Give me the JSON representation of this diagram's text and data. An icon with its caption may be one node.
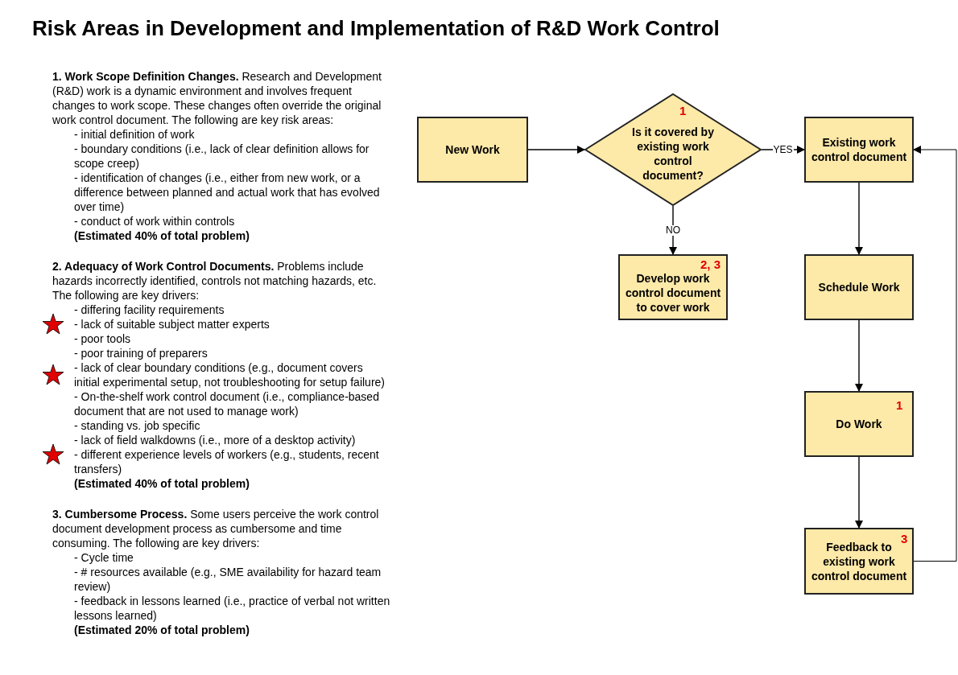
{
  "diagram": {
    "title": "Risk Areas in Development and Implementation of R&D Work Control",
    "nodes": [
      {
        "text": [
          "New Work"
        ]
      },
      {
        "text": [
          "1",
          "Is it covered by existing work control document?"
        ]
      },
      {
        "text": [
          "2, 3",
          "Develop work control document to cover work"
        ]
      },
      {
        "text": [
          "Existing work control document"
        ]
      },
      {
        "text": [
          "Schedule Work"
        ]
      },
      {
        "text": [
          "1",
          "Do Work"
        ]
      },
      {
        "text": [
          "3",
          "Feedback to existing work control document"
        ]
      }
    ],
    "edges": [
      {
        "from": 0,
        "to": 1,
        "arrow": "to"
      },
      {
        "from": 1,
        "to": 3,
        "arrow": "to",
        "label": "YES"
      },
      {
        "from": 1,
        "to": 2,
        "arrow": "to",
        "label": "NO"
      },
      {
        "from": 3,
        "to": 4,
        "arrow": "to"
      },
      {
        "from": 4,
        "to": 5,
        "arrow": "to"
      },
      {
        "from": 5,
        "to": 6,
        "arrow": "to"
      },
      {
        "from": 6,
        "to": 3,
        "arrow": "to"
      }
    ],
    "labels": [
      "**1. Work Scope Definition Changes.** Research and Development (R&D) work is a dynamic environment and involves frequent changes to work scope. These changes often override the original work control document. The following are key risk areas:",
      "- initial definition of work",
      "- boundary conditions (i.e., lack of clear definition allows for scope creep)",
      "- identification of changes (i.e., either from new work, or a difference between planned and actual work that has evolved over time)",
      "- conduct of work within controls",
      "(Estimated 40% of total problem)",
      "**2. Adequacy of Work Control Documents.** Problems include hazards incorrectly identified, controls not matching hazards, etc. The following are key drivers:",
      "- differing facility requirements",
      "- lack of suitable subject matter experts",
      "- poor tools",
      "- poor training of preparers",
      "- lack of clear boundary conditions (e.g., document covers initial experimental setup, not troubleshooting for setup failure)",
      "- On-the-shelf work control document (i.e., compliance-based document that are not used to manage work)",
      "- standing vs. job specific",
      "- lack of field walkdowns (i.e., more of a desktop activity)",
      "- different experience levels of workers (e.g., students, recent transfers)",
      "(Estimated 40% of total problem)",
      "**3. Cumbersome Process.** Some users perceive the work control document development process as cumbersome and time consuming. The following are key drivers:",
      "- Cycle time",
      "- # resources available (e.g., SME availability for hazard team review)",
      "- feedback in lessons learned (i.e., practice of verbal not written lessons learned)",
      "(Estimated 20% of total problem)"
    ]
  }
}
